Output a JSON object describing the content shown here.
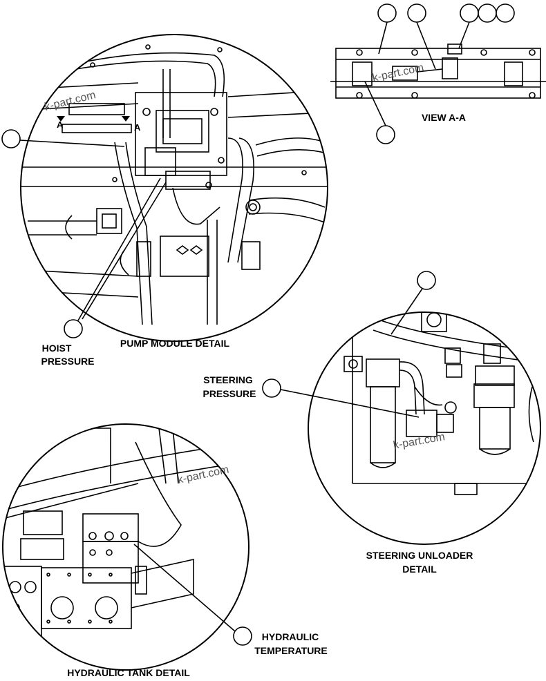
{
  "labels": {
    "view_aa": "VIEW A-A",
    "pump_module": "PUMP MODULE DETAIL",
    "hoist_line1": "HOIST",
    "hoist_line2": "PRESSURE",
    "steering_line1": "STEERING",
    "steering_line2": "PRESSURE",
    "unloader_line1": "STEERING UNLOADER",
    "unloader_line2": "DETAIL",
    "hyd_temp_line1": "HYDRAULIC",
    "hyd_temp_line2": "TEMPERATURE",
    "tank_detail": "HYDRAULIC TANK DETAIL",
    "section_marker": "A"
  },
  "watermark": "k-part.com"
}
